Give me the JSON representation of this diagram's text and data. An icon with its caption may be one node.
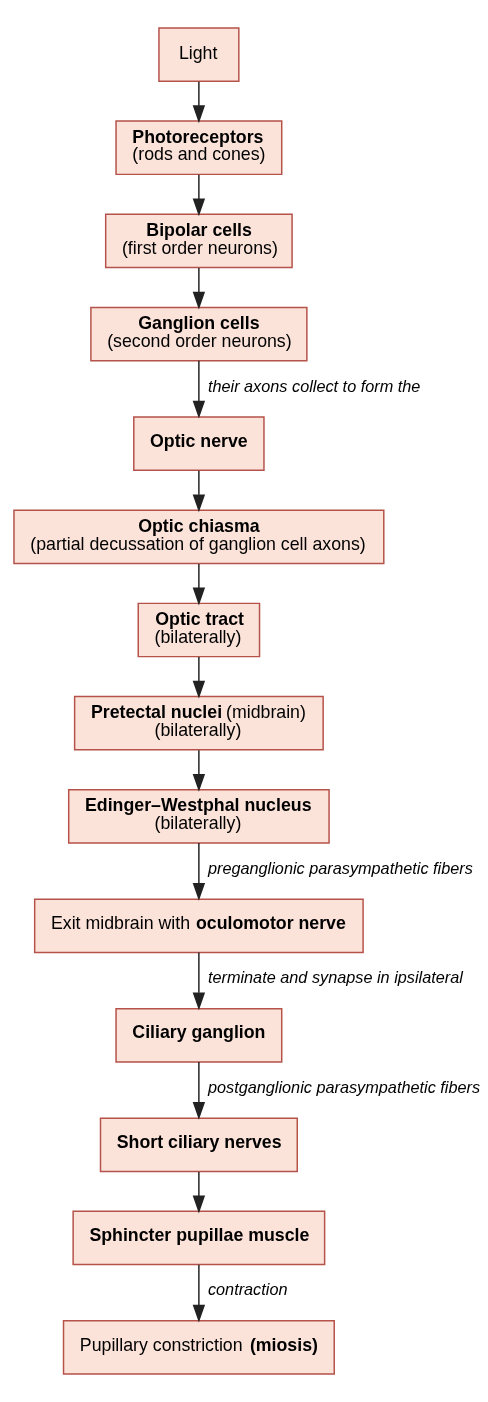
{
  "diagram": {
    "nodes": [
      {
        "text": [
          "Light"
        ]
      },
      {
        "text": [
          "Photoreceptors",
          "(rods and cones)"
        ]
      },
      {
        "text": [
          "Bipolar cells",
          "(first order neurons)"
        ]
      },
      {
        "text": [
          "Ganglion cells",
          "(second order neurons)"
        ]
      },
      {
        "text": [
          "Optic nerve"
        ]
      },
      {
        "text": [
          "Optic chiasma",
          "(partial decussation of ganglion cell axons)"
        ]
      },
      {
        "text": [
          "Optic tract",
          "(bilaterally)"
        ]
      },
      {
        "text": [
          "**Pretectal nuclei** (midbrain)",
          "(bilaterally)"
        ]
      },
      {
        "text": [
          "Edinger–Westphal nucleus",
          "(bilaterally)"
        ]
      },
      {
        "text": [
          "Exit midbrain with **oculomotor nerve**"
        ]
      },
      {
        "text": [
          "Ciliary ganglion"
        ]
      },
      {
        "text": [
          "Short ciliary nerves"
        ]
      },
      {
        "text": [
          "Sphincter pupillae muscle"
        ]
      },
      {
        "text": [
          "Pupillary constriction **(miosis)**"
        ]
      }
    ],
    "edges": [
      {
        "from": 0,
        "to": 1,
        "arrow": "to"
      },
      {
        "from": 1,
        "to": 2,
        "arrow": "to"
      },
      {
        "from": 2,
        "to": 3,
        "arrow": "to"
      },
      {
        "from": 3,
        "to": 4,
        "arrow": "to",
        "label": "their axons collect to form the"
      },
      {
        "from": 4,
        "to": 5,
        "arrow": "to"
      },
      {
        "from": 5,
        "to": 6,
        "arrow": "to"
      },
      {
        "from": 6,
        "to": 7,
        "arrow": "to"
      },
      {
        "from": 7,
        "to": 8,
        "arrow": "to"
      },
      {
        "from": 8,
        "to": 9,
        "arrow": "to",
        "label": "preganglionic parasympathetic fibers"
      },
      {
        "from": 9,
        "to": 10,
        "arrow": "to",
        "label": "terminate and synapse in ipsilateral"
      },
      {
        "from": 10,
        "to": 11,
        "arrow": "to",
        "label": "postganglionic parasympathetic fibers"
      },
      {
        "from": 11,
        "to": 12,
        "arrow": "to"
      },
      {
        "from": 12,
        "to": 13,
        "arrow": "to",
        "label": "contraction"
      }
    ]
  }
}
